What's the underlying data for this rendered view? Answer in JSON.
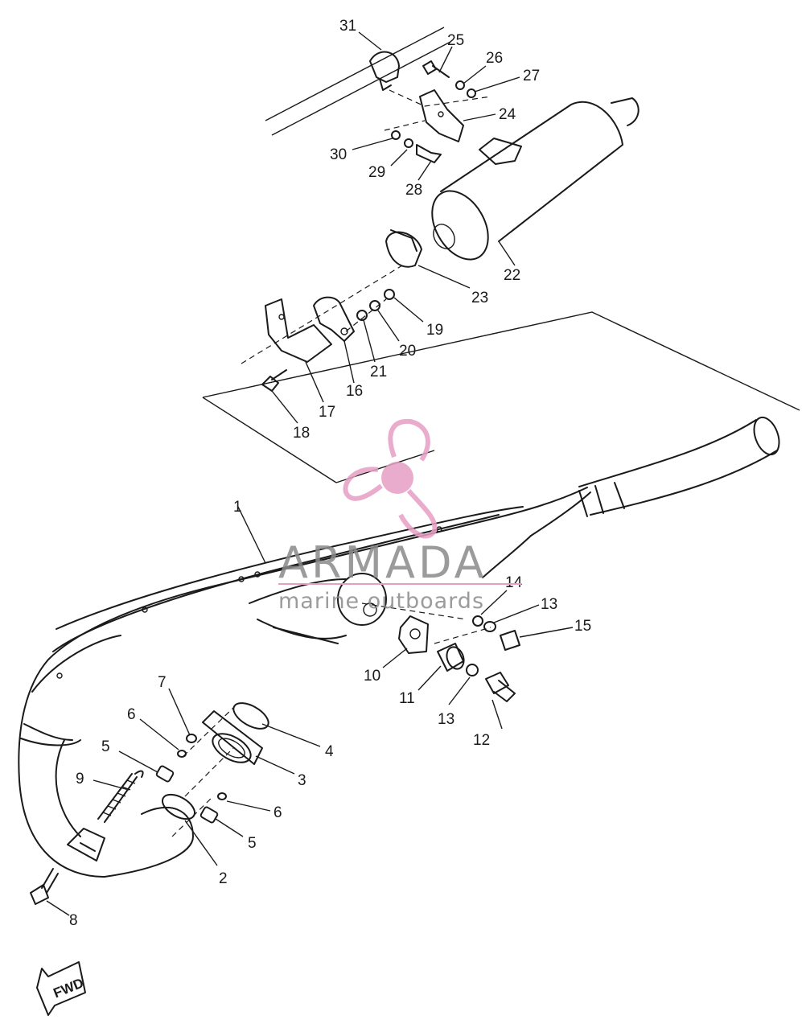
{
  "callouts": [
    {
      "n": "1"
    },
    {
      "n": "2"
    },
    {
      "n": "3"
    },
    {
      "n": "4"
    },
    {
      "n": "5"
    },
    {
      "n": "5"
    },
    {
      "n": "6"
    },
    {
      "n": "6"
    },
    {
      "n": "7"
    },
    {
      "n": "8"
    },
    {
      "n": "9"
    },
    {
      "n": "10"
    },
    {
      "n": "11"
    },
    {
      "n": "12"
    },
    {
      "n": "13"
    },
    {
      "n": "13"
    },
    {
      "n": "14"
    },
    {
      "n": "15"
    },
    {
      "n": "16"
    },
    {
      "n": "17"
    },
    {
      "n": "18"
    },
    {
      "n": "19"
    },
    {
      "n": "20"
    },
    {
      "n": "21"
    },
    {
      "n": "22"
    },
    {
      "n": "23"
    },
    {
      "n": "24"
    },
    {
      "n": "25"
    },
    {
      "n": "26"
    },
    {
      "n": "27"
    },
    {
      "n": "28"
    },
    {
      "n": "29"
    },
    {
      "n": "30"
    },
    {
      "n": "31"
    }
  ],
  "watermark": {
    "title": "ARMADA",
    "subtitle": "marine outboards",
    "logo_color": "#e79ec4",
    "line_color": "#e79ec4"
  },
  "fwd_label": "FWD",
  "icons": {
    "logo": "propeller-logo-icon",
    "direction": "fwd-arrow-icon"
  }
}
